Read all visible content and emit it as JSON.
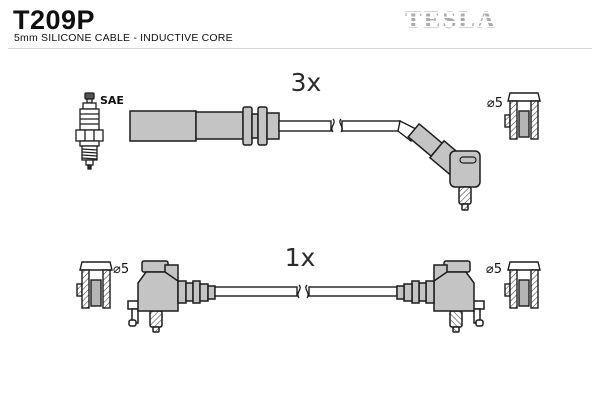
{
  "header": {
    "product_code": "T209P",
    "subtitle": "5mm SILICONE CABLE - INDUCTIVE CORE",
    "brand": "TESLA"
  },
  "diagrams": {
    "plug_wire_set": {
      "quantity_label": "3x",
      "plug_standard_label": "SAE",
      "terminal_diameter_label": "⌀5"
    },
    "coil_wire": {
      "quantity_label": "1x",
      "left_terminal_diameter_label": "⌀5",
      "right_terminal_diameter_label": "⌀5"
    }
  },
  "colors": {
    "background": "#ffffff",
    "boot_fill": "#c4c4c4",
    "outline": "#1c1c1c",
    "logo_gray": "#ababab",
    "header_rule": "#d6d6d6"
  }
}
